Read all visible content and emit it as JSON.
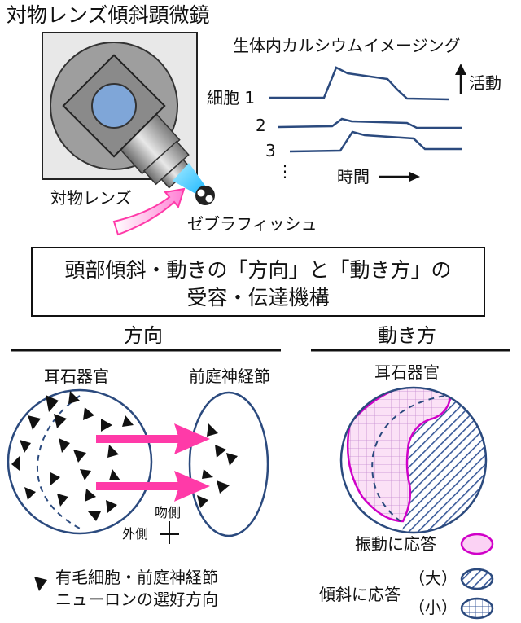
{
  "microscope": {
    "title": "対物レンズ傾斜顕微鏡",
    "objective_label": "対物レンズ",
    "fish_label": "ゼブラフィッシュ"
  },
  "imaging": {
    "title": "生体内カルシウムイメージング",
    "cells": [
      "細胞 1",
      "2",
      "3"
    ],
    "more": "⋮",
    "time_label": "時間",
    "activity_label": "活動"
  },
  "banner": {
    "line1": "頭部傾斜・動きの「方向」と「動き方」の",
    "line2": "受容・伝達機構"
  },
  "direction": {
    "heading": "方向",
    "otolith": "耳石器官",
    "ganglion": "前庭神経節",
    "rostral": "吻側",
    "lateral": "外側",
    "legend_line1": "有毛細胞・前庭神経節",
    "legend_line2": "ニューロンの選好方向"
  },
  "movement": {
    "heading": "動き方",
    "otolith": "耳石器官",
    "vibration": "振動に応答",
    "tilt": "傾斜に応答",
    "large": "（大）",
    "small": "（小）"
  },
  "colors": {
    "accent_pink": "#ff3aa8",
    "pink_region": "#d000c8",
    "hatch_blue": "#3a5a9a",
    "lens_light": "#2fc8ff"
  }
}
